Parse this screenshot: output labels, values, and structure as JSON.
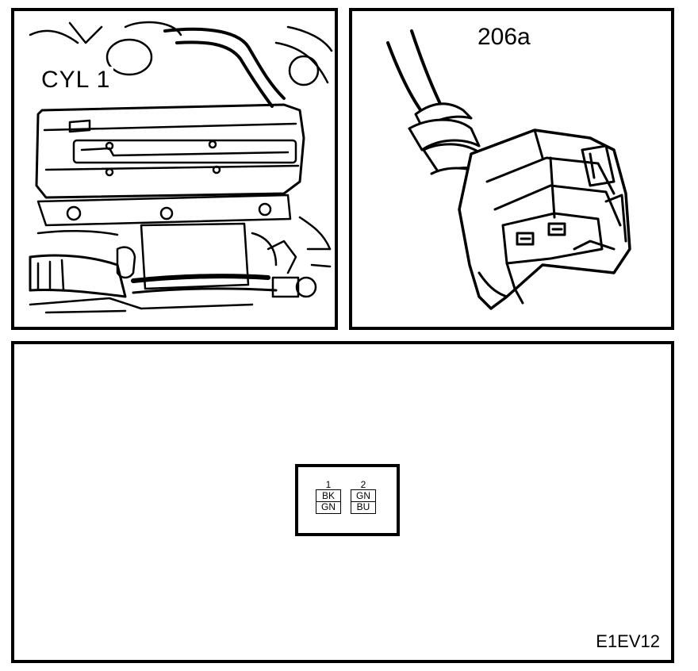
{
  "engine_panel": {
    "label": "CYL 1"
  },
  "connector_panel": {
    "label": "206a"
  },
  "pinout": {
    "pins": [
      {
        "number": "1",
        "color_top": "BK",
        "color_bottom": "GN"
      },
      {
        "number": "2",
        "color_top": "GN",
        "color_bottom": "BU"
      }
    ]
  },
  "reference_code": "E1EV12"
}
